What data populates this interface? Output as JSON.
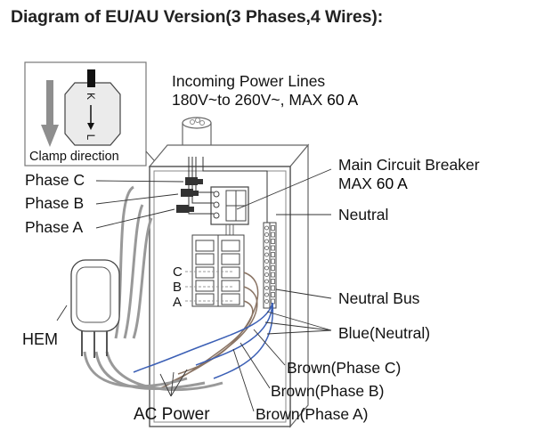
{
  "title": "Diagram of EU/AU Version(3 Phases,4 Wires):",
  "clamp_inset": {
    "label": "Clamp direction",
    "k_label": "K",
    "l_label": "L"
  },
  "incoming": {
    "line1": "Incoming Power Lines",
    "line2_prefix": "180V~to 260V~, MAX ",
    "line2_value": "60 A"
  },
  "breaker": {
    "line1": "Main Circuit Breaker",
    "line2_prefix": "MAX ",
    "line2_value": "60 A"
  },
  "labels": {
    "neutral": "Neutral",
    "neutral_bus": "Neutral Bus",
    "blue_neutral": "Blue(Neutral)",
    "brown_c": "Brown(Phase C)",
    "brown_b": "Brown(Phase B)",
    "brown_a": "Brown(Phase A)",
    "phase_c": "Phase C",
    "phase_b": "Phase B",
    "phase_a": "Phase A",
    "hem": "HEM",
    "ac_power": "AC Power",
    "row_c": "C",
    "row_b": "B",
    "row_a": "A"
  },
  "colors": {
    "value_highlight": "#000000",
    "brown_wire": "#8a7464",
    "blue_wire": "#3b5fb5",
    "gray_cable": "#8c8c8c"
  }
}
